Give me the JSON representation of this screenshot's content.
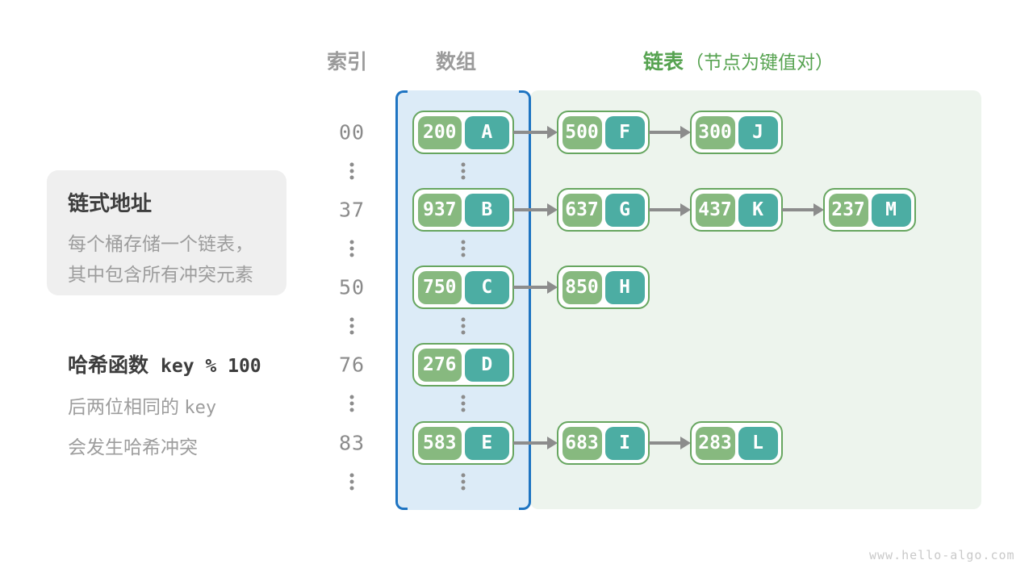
{
  "page": {
    "watermark": "www.hello-algo.com"
  },
  "header": {
    "index_label": "索引",
    "array_label": "数组",
    "list_label": "链表",
    "list_note": "（节点为键值对）"
  },
  "callout": {
    "title": "链式地址",
    "line1": "每个桶存储一个链表，",
    "line2": "其中包含所有冲突元素"
  },
  "hash_note": {
    "title_cn": "哈希函数",
    "title_code": "key % 100",
    "line1_prefix": "后两位相同的 ",
    "line1_code": "key",
    "line2": "会发生哈希冲突"
  },
  "colors": {
    "key_fill": "#87b97f",
    "value_fill": "#4cada3",
    "node_border": "#67a660",
    "array_fill": "#dcebf7",
    "bracket_blue": "#1e74c2",
    "list_fill": "#edf4ed",
    "green_text": "#57a351",
    "gray_header": "#9b9b9b",
    "arrow_gray": "#8c8c8c"
  },
  "diagram": {
    "rows": [
      {
        "index": "00",
        "bucket": {
          "key": "200",
          "value": "A"
        },
        "chain": [
          {
            "key": "500",
            "value": "F"
          },
          {
            "key": "300",
            "value": "J"
          }
        ],
        "ellipsis_after": true
      },
      {
        "index": "37",
        "bucket": {
          "key": "937",
          "value": "B"
        },
        "chain": [
          {
            "key": "637",
            "value": "G"
          },
          {
            "key": "437",
            "value": "K"
          },
          {
            "key": "237",
            "value": "M"
          }
        ],
        "ellipsis_after": true
      },
      {
        "index": "50",
        "bucket": {
          "key": "750",
          "value": "C"
        },
        "chain": [
          {
            "key": "850",
            "value": "H"
          }
        ],
        "ellipsis_after": true
      },
      {
        "index": "76",
        "bucket": {
          "key": "276",
          "value": "D"
        },
        "chain": [],
        "ellipsis_after": true
      },
      {
        "index": "83",
        "bucket": {
          "key": "583",
          "value": "E"
        },
        "chain": [
          {
            "key": "683",
            "value": "I"
          },
          {
            "key": "283",
            "value": "L"
          }
        ],
        "ellipsis_after": true
      }
    ]
  }
}
